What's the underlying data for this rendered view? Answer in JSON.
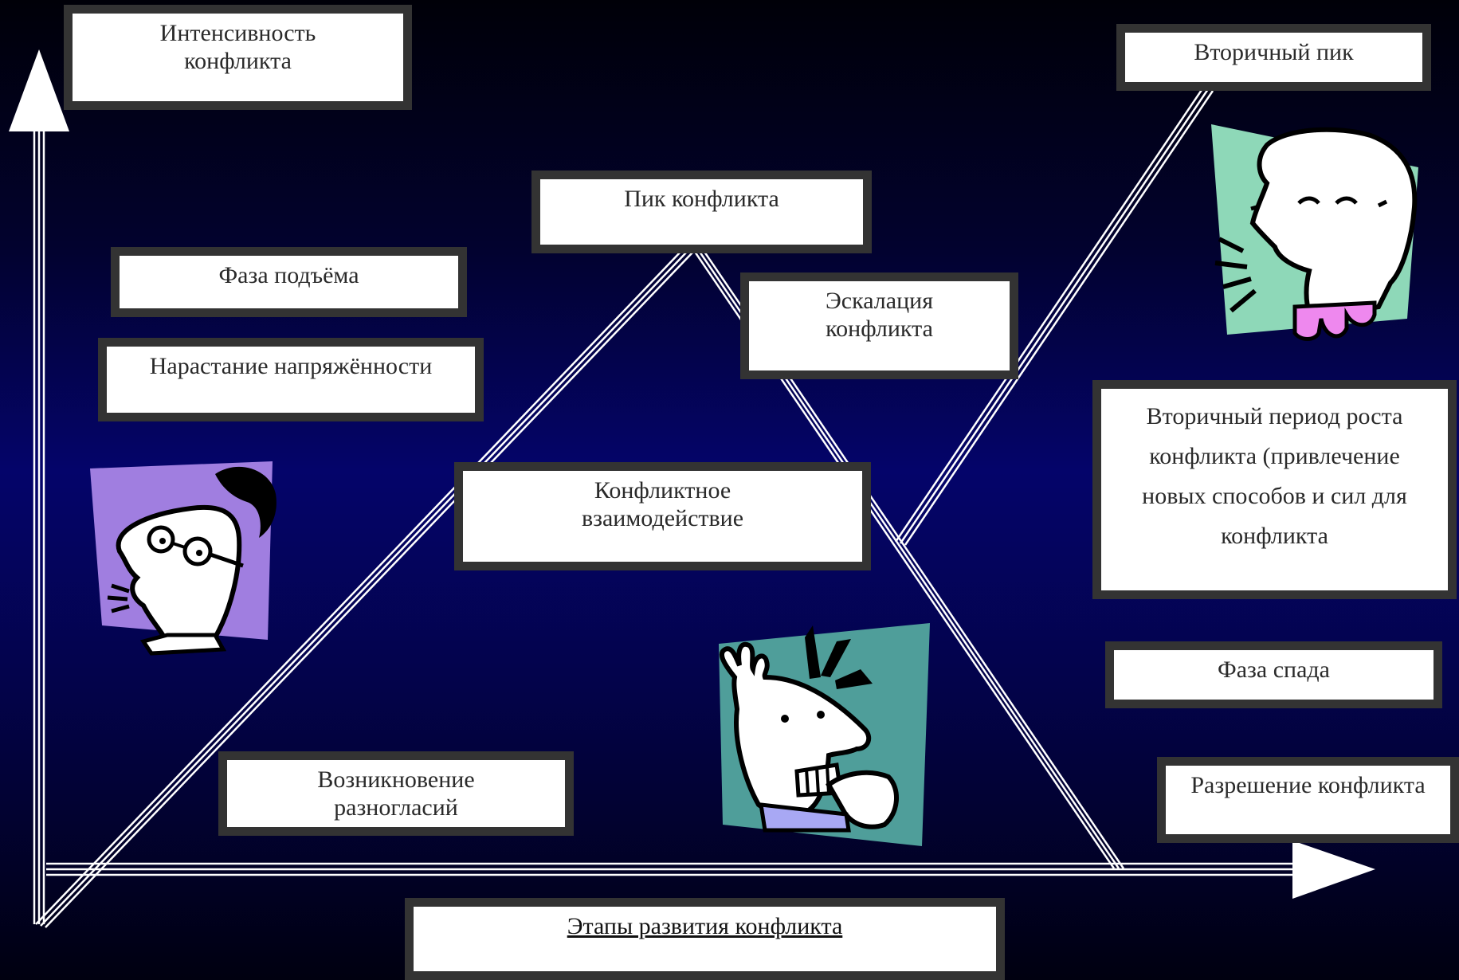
{
  "diagram": {
    "y_axis_label": "Интенсивность\nконфликта",
    "x_axis_label": "Этапы развития конфликта",
    "labels": {
      "emergence": "Возникновение\nразногласий",
      "rising_phase": "Фаза подъёма",
      "tension_growth": "Нарастание напряжённости",
      "interaction": "Конфликтное\nвзаимодействие",
      "peak": "Пик конфликта",
      "escalation": "Эскалация\nконфликта",
      "secondary_peak": "Вторичный пик",
      "secondary_growth": "Вторичный период роста конфликта (привлечение новых способов и сил для конфликта",
      "decline_phase": "Фаза спада",
      "resolution": "Разрешение конфликта"
    },
    "colors": {
      "box_border": "#333333",
      "line": "#ffffff",
      "figure_purple": "#a07ee0",
      "figure_green": "#8ed8b8",
      "figure_teal": "#4f9e9a"
    },
    "icons": [
      "worried-man-icon",
      "shouting-man-icon",
      "scared-man-icon"
    ]
  }
}
